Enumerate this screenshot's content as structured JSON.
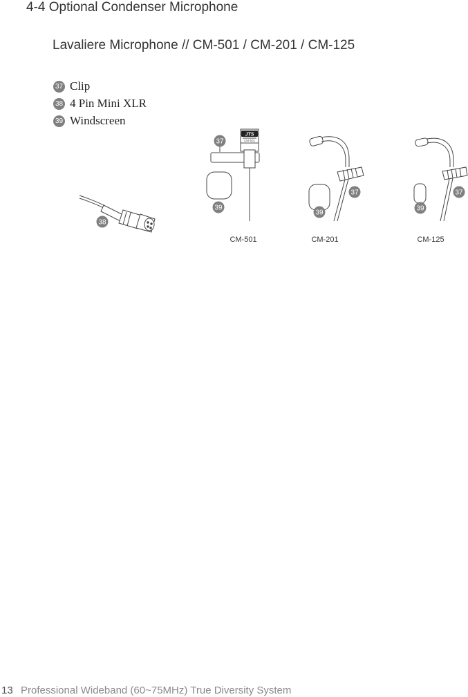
{
  "section_title": "4-4 Optional Condenser Microphone",
  "subtitle": "Lavaliere Microphone // CM-501 / CM-201 / CM-125",
  "legend": [
    {
      "num": "37",
      "label": "Clip"
    },
    {
      "num": "38",
      "label": "4 Pin Mini XLR"
    },
    {
      "num": "39",
      "label": "Windscreen"
    }
  ],
  "figure": {
    "callouts": {
      "connector": "38",
      "cm501_clip": "37",
      "cm501_windscreen": "39",
      "cm201_clip": "37",
      "cm201_windscreen": "39",
      "cm125_clip": "37",
      "cm125_windscreen": "39"
    },
    "mic_brand": "JTS",
    "mic_model_mark": "CM-501",
    "captions": {
      "cm501": "CM-501",
      "cm201": "CM-201",
      "cm125": "CM-125"
    }
  },
  "footer": {
    "page_number": "13",
    "text": "Professional Wideband (60~75MHz) True Diversity System"
  },
  "colors": {
    "badge": "#808080",
    "line": "#444444",
    "footer_text": "#8a8a8a"
  }
}
